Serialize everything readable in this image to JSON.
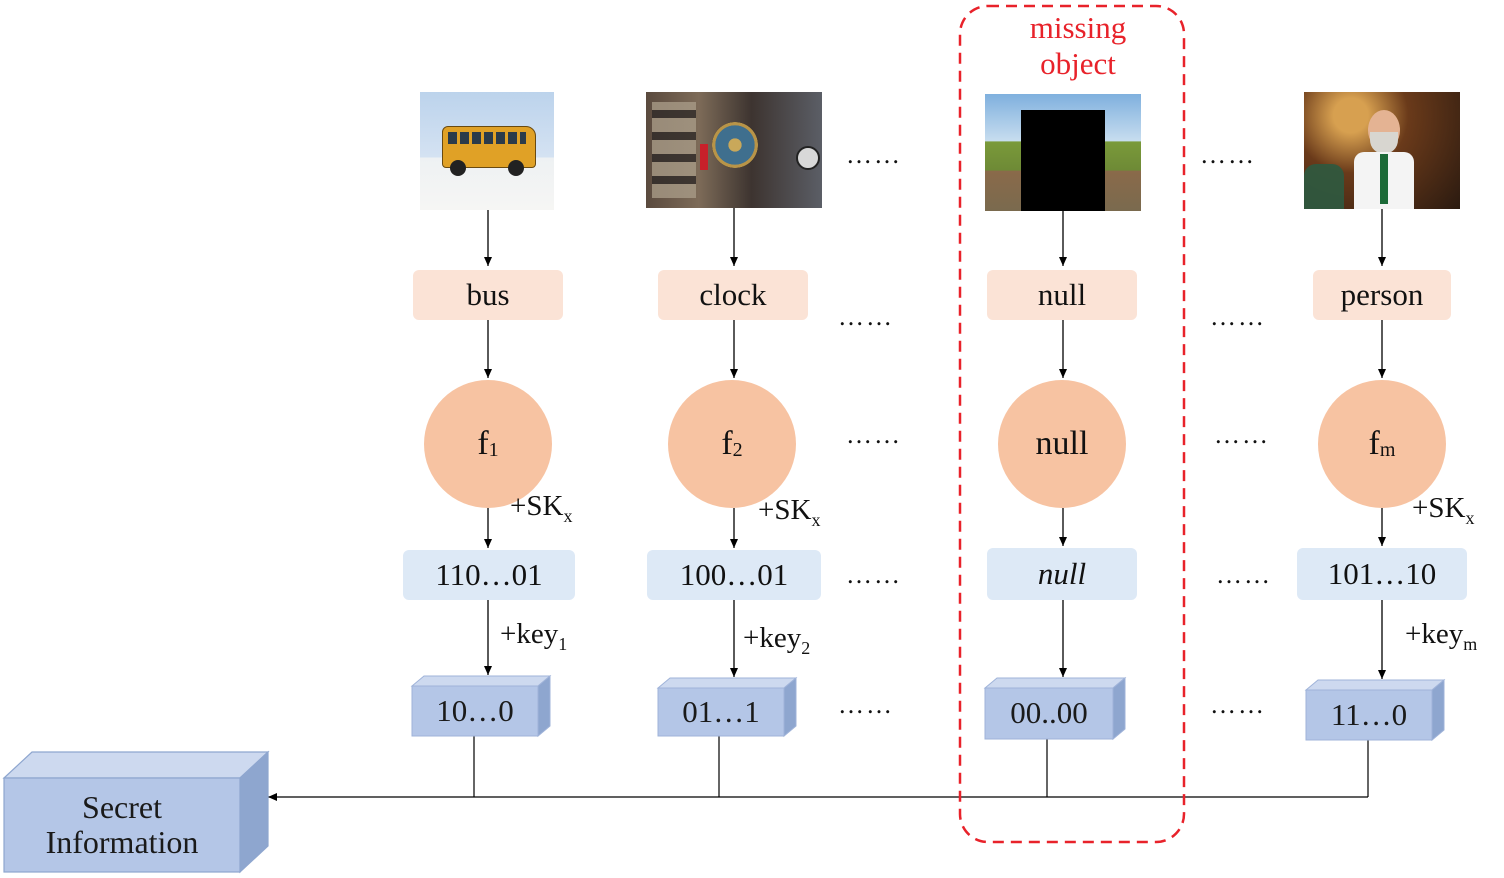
{
  "columns": [
    {
      "label": "bus",
      "func": "f",
      "func_sub": "1",
      "code": "110…01",
      "sk": "+SK",
      "sk_sub": "x",
      "key": "+key",
      "key_sub": "1",
      "cube": "10…0"
    },
    {
      "label": "clock",
      "func": "f",
      "func_sub": "2",
      "code": "100…01",
      "sk": "+SK",
      "sk_sub": "x",
      "key": "+key",
      "key_sub": "2",
      "cube": "01…1"
    },
    {
      "label": "null",
      "func": "null",
      "code": "null",
      "cube": "00..00"
    },
    {
      "label": "person",
      "func": "f",
      "func_sub": "m",
      "code": "101…10",
      "sk": "+SK",
      "sk_sub": "x",
      "key": "+key",
      "key_sub": "m",
      "cube": "11…0"
    }
  ],
  "missing_label": {
    "line1": "missing",
    "line2": "object"
  },
  "dots": "……",
  "secret": {
    "line1": "Secret",
    "line2": "Information"
  },
  "images": [
    "bus-photo",
    "clock-photo",
    "masked-landscape-photo",
    "person-photo"
  ],
  "colors": {
    "label_fill": "#fbe3d6",
    "circle_fill": "#f7c3a2",
    "code_fill": "#dde9f6",
    "cube_front": "#b4c6e7",
    "cube_top": "#cdd9ef",
    "cube_side": "#8ea6cf",
    "highlight": "#e8222a"
  }
}
